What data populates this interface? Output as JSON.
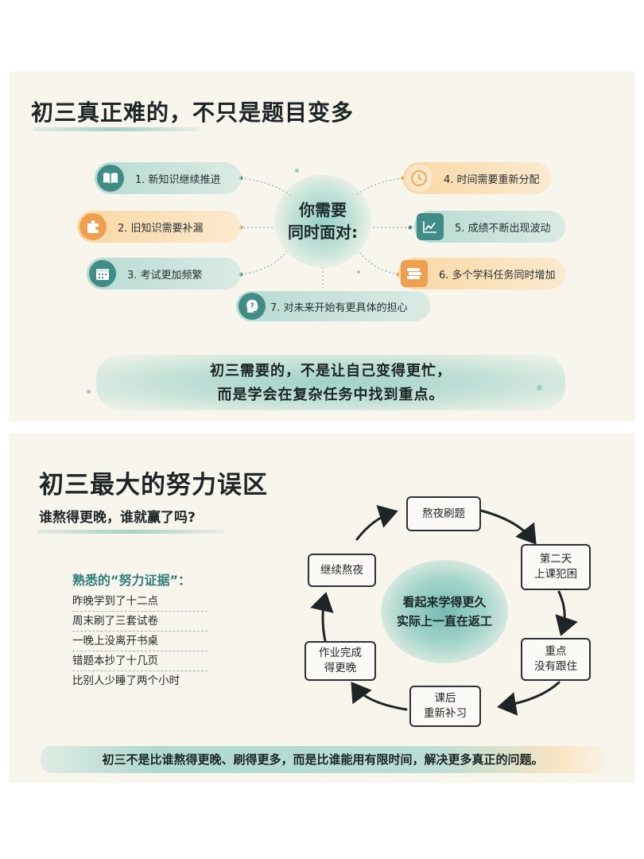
{
  "top": {
    "title": "初三真正难的，不只是题目变多",
    "hub": [
      "你需要",
      "同时面对:"
    ],
    "items": [
      {
        "label": "1.  新知识继续推进",
        "icon": "open-book-icon",
        "color": "green"
      },
      {
        "label": "2.  旧知识需要补漏",
        "icon": "puzzle-piece-icon",
        "color": "orange"
      },
      {
        "label": "3.  考试更加频繁",
        "icon": "calendar-icon",
        "color": "green"
      },
      {
        "label": "4.  时间需要重新分配",
        "icon": "clock-icon",
        "color": "orange"
      },
      {
        "label": "5.  成绩不断出现波动",
        "icon": "line-chart-icon",
        "color": "green"
      },
      {
        "label": "6.  多个学科任务同时增加",
        "icon": "stacked-books-icon",
        "color": "orange"
      },
      {
        "label": "7. 对未来开始有更具体的担心",
        "icon": "head-question-icon",
        "color": "green"
      }
    ],
    "banner": [
      "初三需要的，不是让自己变得更忙，",
      "而是学会在复杂任务中找到重点。"
    ]
  },
  "bottom": {
    "title": "初三最大的努力误区",
    "subtitle": "谁熬得更晚，谁就赢了吗?",
    "evidence_title": "熟悉的“努力证据”：",
    "evidence": [
      "昨晚学到了十二点",
      "周末刷了三套试卷",
      "一晚上没离开书桌",
      "错题本抄了十几页",
      "比别人少睡了两个小时"
    ],
    "center": [
      "看起来学得更久",
      "实际上一直在返工"
    ],
    "cycle": [
      [
        "熬夜刷题"
      ],
      [
        "第二天",
        "上课犯困"
      ],
      [
        "重点",
        "没有跟住"
      ],
      [
        "课后",
        "重新补习"
      ],
      [
        "作业完成",
        "得更晚"
      ],
      [
        "继续熬夜"
      ]
    ],
    "banner": "初三不是比谁熬得更晚、刷得更多，而是比谁能用有限时间，解决更多真正的问题。"
  },
  "colors": {
    "teal": "#3f8d86",
    "orange": "#eea04f",
    "ink": "#1d2526"
  }
}
